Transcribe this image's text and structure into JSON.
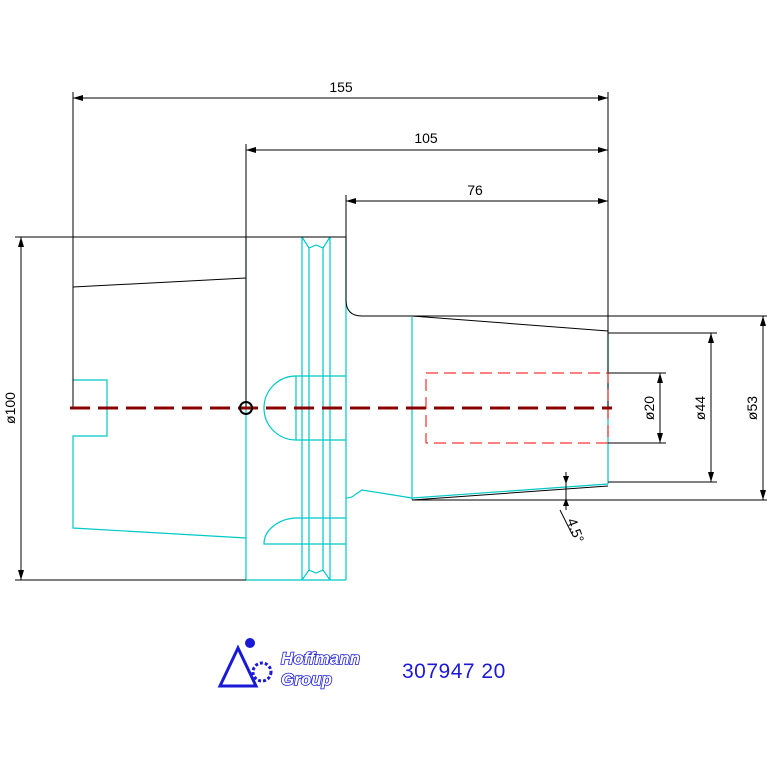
{
  "dimensions": {
    "overall_length": "155",
    "length_mid": "105",
    "length_short": "76",
    "dia_100": "ø100",
    "dia_20": "ø20",
    "dia_44": "ø44",
    "dia_53": "ø53",
    "taper_angle": "4.5°"
  },
  "logo": {
    "line1": "Hoffmann",
    "line2": "Group"
  },
  "part_number": "307947 20",
  "colors": {
    "outline": "#00c8c8",
    "dimension": "#000000",
    "centerline": "#8b0000",
    "bore": "#ff0000",
    "brand": "#1a1ad6"
  }
}
